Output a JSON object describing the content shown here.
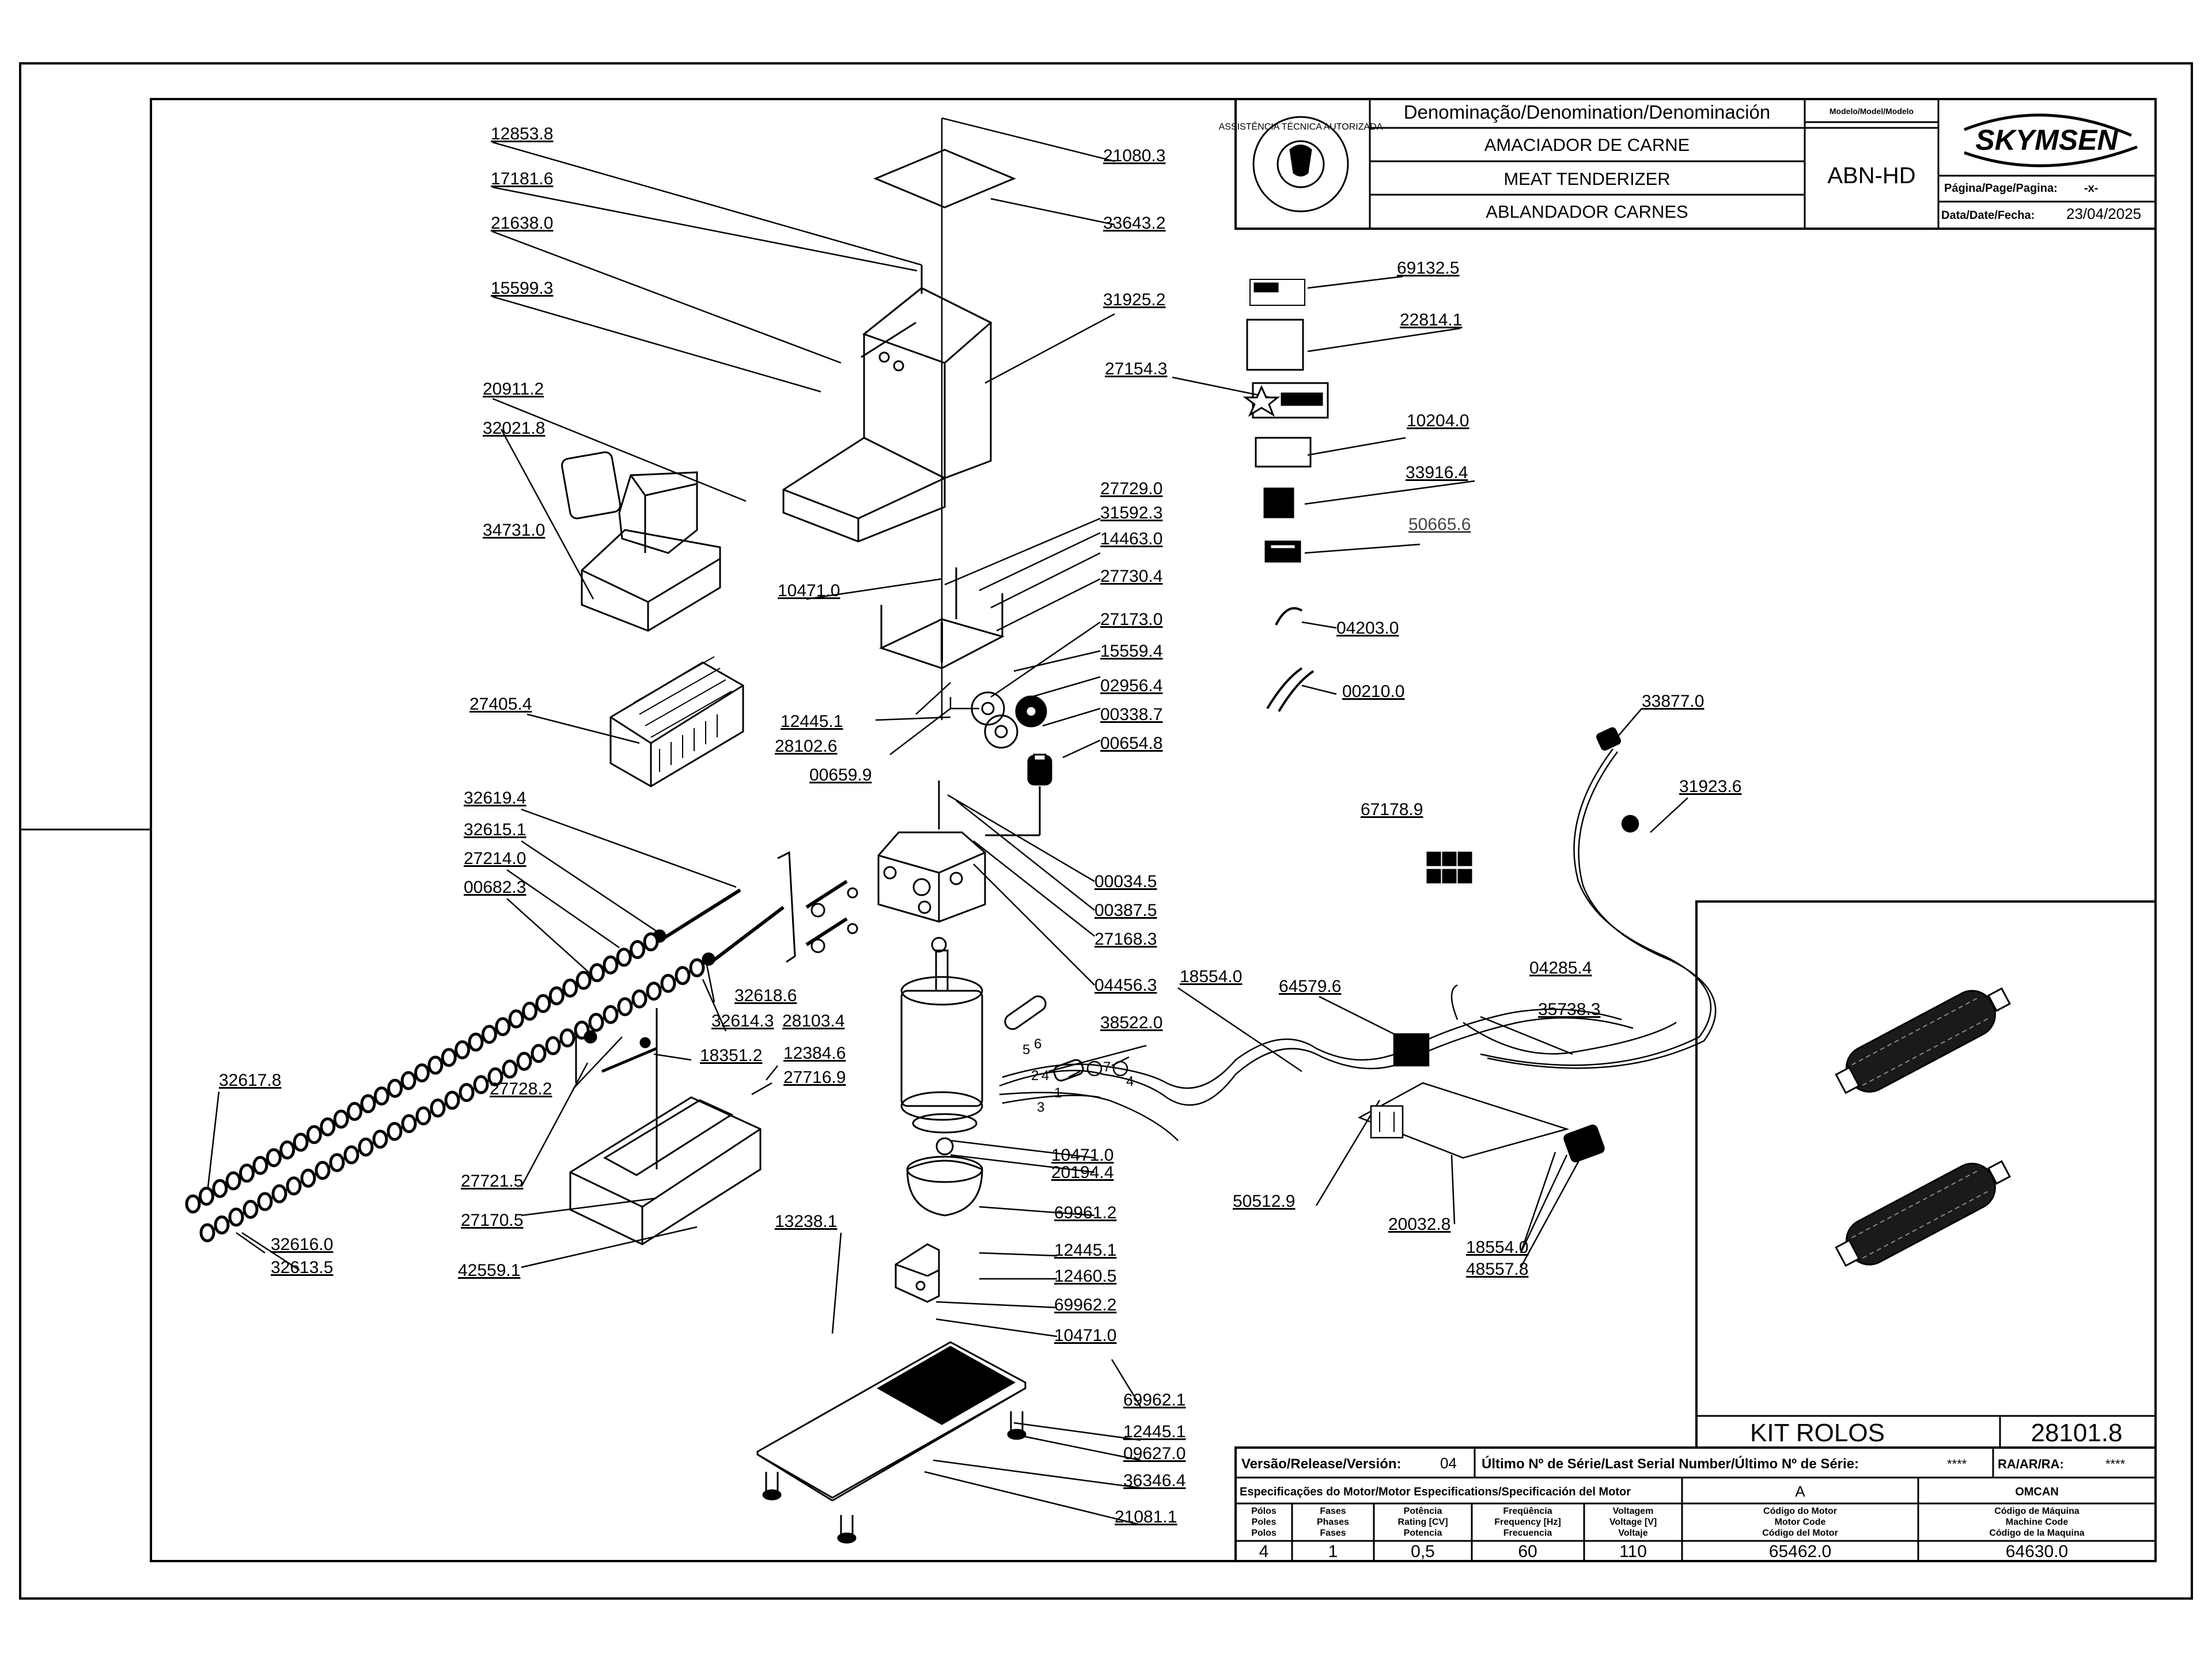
{
  "title_block": {
    "header_denomination": "Denominação/Denomination/Denominación",
    "header_model": "Modelo/Model/Modelo",
    "name_pt": "AMACIADOR DE CARNE",
    "name_en": "MEAT TENDERIZER",
    "name_es": "ABLANDADOR CARNES",
    "model": "ABN-HD",
    "brand": "SKYMSEN",
    "page_label": "Página/Page/Pagina:",
    "page_value": "-x-",
    "date_label": "Data/Date/Fecha:",
    "date_value": "23/04/2025",
    "seal_text": "ASSISTÊNCIA TÉCNICA AUTORIZADA"
  },
  "kit": {
    "label": "KIT ROLOS",
    "code": "28101.8"
  },
  "release_row": {
    "version_label": "Versão/Release/Versión:",
    "version_value": "04",
    "serial_label": "Último Nº de Série/Last Serial Number/Último Nº de Série:",
    "serial_value": "****",
    "ra_label": "RA/AR/RA:",
    "ra_value": "****"
  },
  "motor_table": {
    "spec_label": "Especificações do Motor/Motor Especifications/Specificación del Motor",
    "col_a": "A",
    "col_omcan": "OMCAN",
    "headers": [
      [
        "Pólos",
        "Poles",
        "Polos"
      ],
      [
        "Fases",
        "Phases",
        "Fases"
      ],
      [
        "Potência",
        "Rating [CV]",
        "Potencia"
      ],
      [
        "Freqüência",
        "Frequency [Hz]",
        "Frecuencia"
      ],
      [
        "Voltagem",
        "Voltage [V]",
        "Voltaje"
      ],
      [
        "Código do Motor",
        "Motor Code",
        "Código del Motor"
      ],
      [
        "Código de Máquina",
        "Machine Code",
        "Código de la Maquina"
      ]
    ],
    "values": [
      "4",
      "1",
      "0,5",
      "60",
      "110",
      "65462.0",
      "64630.0"
    ]
  },
  "part_numbers": {
    "p1": "12853.8",
    "p2": "17181.6",
    "p3": "21638.0",
    "p4": "15599.3",
    "p5": "20911.2",
    "p6": "32021.8",
    "p7": "34731.0",
    "p8": "27405.4",
    "p9": "32619.4",
    "p10": "32615.1",
    "p11": "27214.0",
    "p12": "00682.3",
    "p13": "32617.8",
    "p14": "27721.5",
    "p15": "27170.5",
    "p16": "42559.1",
    "p17": "32616.0",
    "p18": "32613.5",
    "p19": "27728.2",
    "p20": "18351.2",
    "p21": "12384.6",
    "p22": "27716.9",
    "p23": "28103.4",
    "p24": "32614.3",
    "p25": "32618.6",
    "p26": "12445.1",
    "p27": "28102.6",
    "p28": "00659.9",
    "p29": "10471.0",
    "p30": "21080.3",
    "p31": "33643.2",
    "p32": "31925.2",
    "p33": "27729.0",
    "p34": "31592.3",
    "p35": "14463.0",
    "p36": "27730.4",
    "p37": "27173.0",
    "p38": "15559.4",
    "p39": "02956.4",
    "p40": "00338.7",
    "p41": "00654.8",
    "p42": "00034.5",
    "p43": "00387.5",
    "p44": "27168.3",
    "p45": "04456.3",
    "p46": "38522.0",
    "p47": "10471.0",
    "p48": "20194.4",
    "p49": "69961.2",
    "p50": "13238.1",
    "p51": "12445.1",
    "p52": "12460.5",
    "p53": "69962.2",
    "p54": "10471.0",
    "p55": "69962.1",
    "p56": "12445.1",
    "p57": "09627.0",
    "p58": "36346.4",
    "p59": "21081.1",
    "p60": "69132.5",
    "p61": "22814.1",
    "p62": "27154.3",
    "p63": "10204.0",
    "p64": "33916.4",
    "p65": "50665.6",
    "p66": "04203.0",
    "p67": "00210.0",
    "p68": "67178.9",
    "p69": "33877.0",
    "p70": "31923.6",
    "p71": "18554.0",
    "p72": "64579.6",
    "p73": "04285.4",
    "p74": "35738.3",
    "p75": "50512.9",
    "p76": "20032.8",
    "p77": "18554.0",
    "p78": "48557.8"
  },
  "wire_numbers": [
    "5",
    "6",
    "2",
    "4",
    "1",
    "3",
    "7",
    "4"
  ]
}
